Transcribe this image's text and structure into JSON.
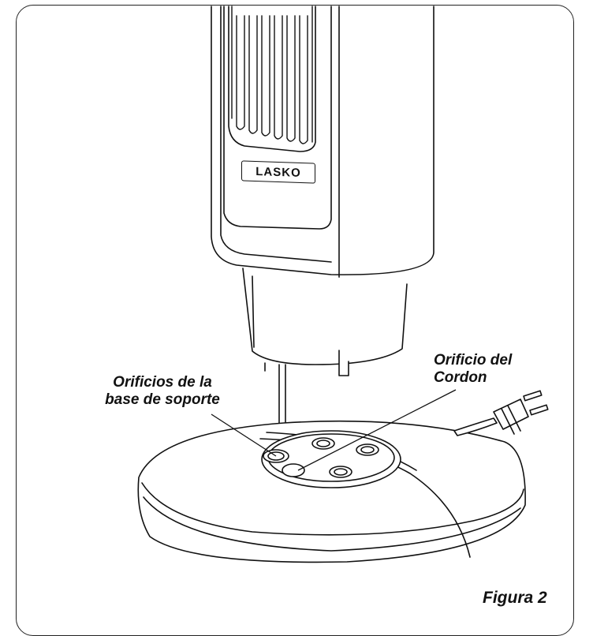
{
  "labels": {
    "base_holes_line1": "Orificios de la",
    "base_holes_line2": "base de soporte",
    "cord_hole_line1": "Orificio del",
    "cord_hole_line2": "Cordon"
  },
  "brand_logo": "LASKO",
  "figure_caption": "Figura 2"
}
